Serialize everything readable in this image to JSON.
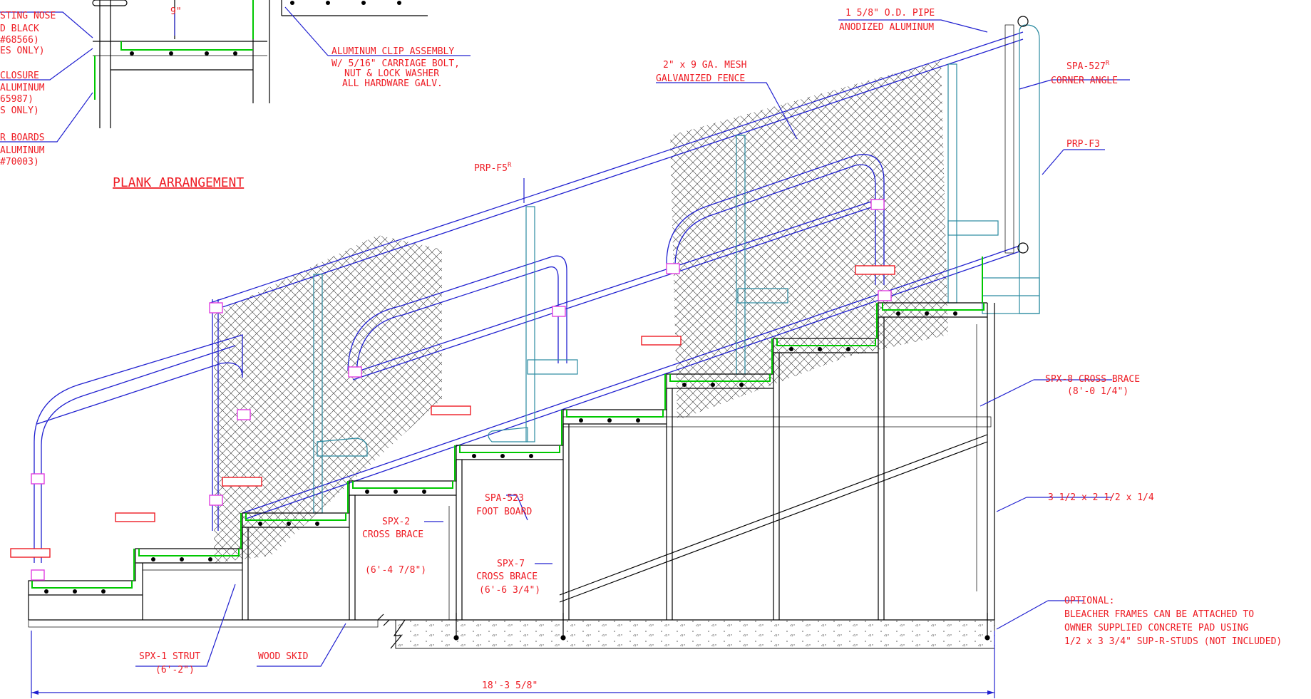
{
  "drawing": {
    "plank_arrangement_title": "PLANK ARRANGEMENT",
    "overall_dimension": "18'-3 5/8\"",
    "partial_labels": {
      "nose_1": "STING NOSE",
      "nose_2": "D BLACK",
      "nose_3": "#68566)",
      "nose_4": "ES ONLY)",
      "closure_1": "CLOSURE",
      "closure_2": "ALUMINUM",
      "closure_3": "65987)",
      "closure_4": "S ONLY)",
      "boards_1": "R BOARDS",
      "boards_2": "ALUMINUM",
      "boards_3": "#70003)",
      "spacing": "9\""
    },
    "callouts": {
      "clip_1": "ALUMINUM CLIP ASSEMBLY",
      "clip_2": "W/ 5/16\" CARRIAGE BOLT,",
      "clip_3": "NUT & LOCK WASHER",
      "clip_4": "ALL HARDWARE GALV.",
      "pipe_1": "1 5/8\" O.D. PIPE",
      "pipe_2": "ANODIZED ALUMINUM",
      "mesh_1": "2\" x 9 GA. MESH",
      "mesh_2": "GALVANIZED FENCE",
      "spa527": "SPA-527",
      "spa527_sup": "R",
      "corner_angle": "CORNER ANGLE",
      "prpf3": "PRP-F3",
      "prpf5": "PRP-F5",
      "prpf5_sup": "R",
      "spx8_1": "SPX-8 CROSS BRACE",
      "spx8_2": "(8'-0 1/4\")",
      "angle_size": "3 1/2 x 2 1/2 x 1/4",
      "spa523_1": "SPA-523",
      "spa523_2": "FOOT BOARD",
      "spx2_1": "SPX-2",
      "spx2_2": "CROSS BRACE",
      "spx2_3": "(6'-4 7/8\")",
      "spx7_1": "SPX-7",
      "spx7_2": "CROSS BRACE",
      "spx7_3": "(6'-6 3/4\")",
      "opt_1": "OPTIONAL:",
      "opt_2": "BLEACHER FRAMES CAN BE ATTACHED TO",
      "opt_3": "OWNER SUPPLIED CONCRETE PAD USING",
      "opt_4": "1/2 x 3 3/4\" SUP-R-STUDS (NOT INCLUDED)",
      "spx1_1": "SPX-1 STRUT",
      "spx1_2": "(6'-2\")",
      "wood_skid": "WOOD SKID"
    }
  },
  "colors": {
    "annotation": "#ee1c24",
    "leader": "#2020d0",
    "plank": "#00c800",
    "clamp": "#e040e0",
    "rail_post": "#2a8aa0"
  }
}
